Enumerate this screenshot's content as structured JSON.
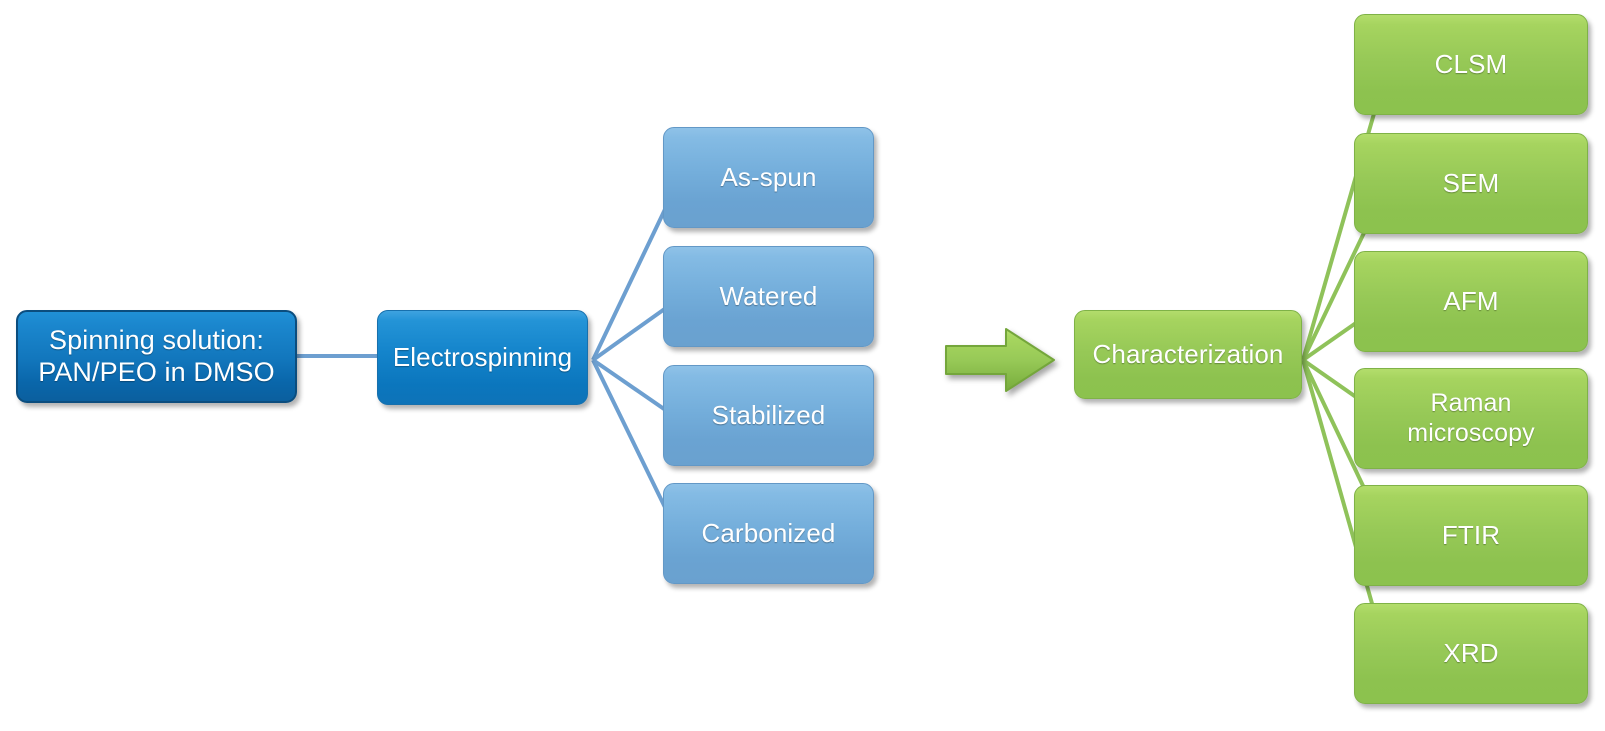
{
  "diagram": {
    "title": "Electrospinning process and characterization flowchart",
    "colors": {
      "navy_fill": "#0f72b6",
      "navy_border": "#0b4d7e",
      "blue_fill": "#1484cb",
      "steel_fill": "#74aedb",
      "steel_border": "#6398c6",
      "green_fill": "#97c957",
      "green_border": "#7fb247",
      "connector_blue": "#6d9fd0",
      "connector_green": "#8fc25a",
      "background": "#ffffff",
      "text": "#ffffff"
    },
    "nodes": {
      "source": {
        "label": "Spinning solution:\nPAN/PEO in DMSO"
      },
      "process": {
        "label": "Electrospinning"
      },
      "stages": [
        {
          "label": "As-spun"
        },
        {
          "label": "Watered"
        },
        {
          "label": "Stabilized"
        },
        {
          "label": "Carbonized"
        }
      ],
      "characterization": {
        "label": "Characterization"
      },
      "methods": [
        {
          "label": "CLSM"
        },
        {
          "label": "SEM"
        },
        {
          "label": "AFM"
        },
        {
          "label": "Raman\nmicroscopy"
        },
        {
          "label": "FTIR"
        },
        {
          "label": "XRD"
        }
      ]
    },
    "arrow": {
      "name": "right-block-arrow"
    }
  }
}
